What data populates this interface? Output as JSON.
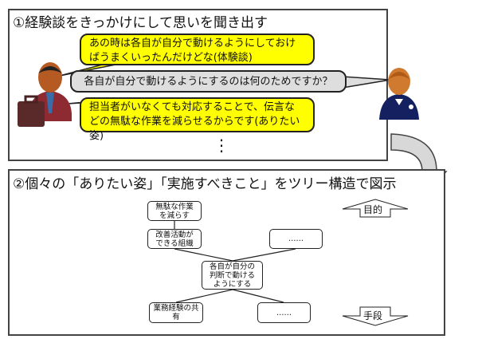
{
  "panel1": {
    "title": "①経験談をきっかけにして思いを聞き出す",
    "bubble_experience": "あの時は各自が自分で動けるようにしておけばうまくいったんだけどな(体験談)",
    "bubble_question": "各自が自分で動けるようにするのは何のためですか？",
    "bubble_ideal": "担当者がいなくても対応することで、伝言などの無駄な作業を減らせるからです(ありたい姿)",
    "ellipsis": "⋮"
  },
  "panel2": {
    "title": "②個々の「ありたい姿」「実施すべきこと」をツリー構造で図示",
    "nodes": {
      "reduce_waste": "無駄な作業を減らす",
      "improvement_org": "改善活動ができる組織",
      "other_top": "……",
      "center": "各自が自分の判断で動けるようにする",
      "share_experience": "業務経験の共有",
      "other_bottom": "……"
    },
    "purpose_label": "目的",
    "means_label": "手段"
  }
}
